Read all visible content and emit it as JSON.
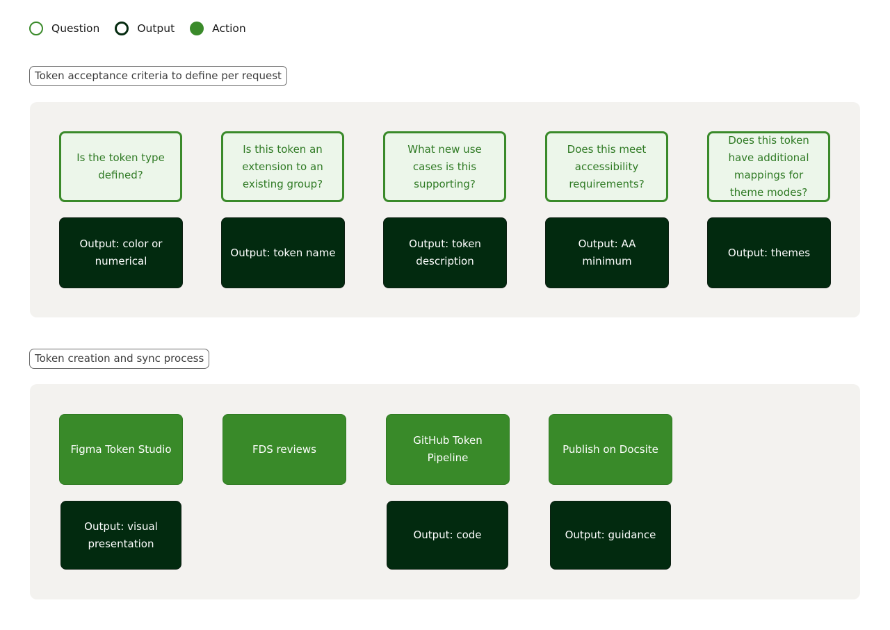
{
  "legend": {
    "items": [
      {
        "label": "Question"
      },
      {
        "label": "Output"
      },
      {
        "label": "Action"
      }
    ]
  },
  "acceptance": {
    "label": "Token acceptance criteria to define per request",
    "questions": [
      "Is the token type defined?",
      "Is this token an extension to an existing group?",
      "What new use cases is this supporting?",
      "Does this meet accessibility requirements?",
      "Does this token have additional mappings for theme modes?"
    ],
    "outputs": [
      "Output: color or numerical",
      "Output: token name",
      "Output: token description",
      "Output: AA minimum",
      "Output: themes"
    ]
  },
  "process": {
    "label": "Token creation and sync process",
    "actions": [
      "Figma Token Studio",
      "FDS reviews",
      "GitHub Token Pipeline",
      "Publish on Docsite"
    ],
    "outputs": [
      "Output: visual presentation",
      "Output: code",
      "Output: guidance"
    ]
  },
  "colors": {
    "action_green": "#398a29",
    "question_fill": "#ecf6ea",
    "output_dark": "#022a0f",
    "panel_bg": "#f3f2ef"
  }
}
